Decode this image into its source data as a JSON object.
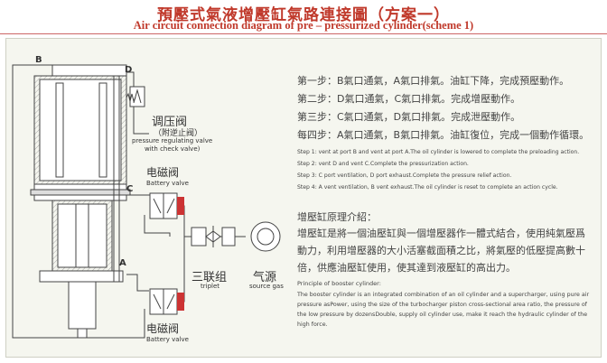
{
  "header": {
    "title_cn": "預壓式氣液增壓缸氣路連接圖（方案一）",
    "title_en": "Air circuit connection diagram of pre – pressurized cylinder(scheme 1)"
  },
  "ports": {
    "b": "B",
    "d": "D",
    "c": "C",
    "a": "A"
  },
  "labels": {
    "pressure_valve_cn": "调压阀",
    "pressure_valve_cn_sub": "（附逆止阀）",
    "pressure_valve_en": "pressure regulating valve",
    "pressure_valve_en_sub": "with check valve)",
    "solenoid_cn_top": "电磁阀",
    "solenoid_en_top": "Battery valve",
    "triplet_cn": "三联组",
    "triplet_en": "triplet",
    "gas_cn": "气源",
    "gas_en": "source gas",
    "solenoid_cn_bottom": "电磁阀",
    "solenoid_en_bottom": "Battery valve"
  },
  "steps_cn": [
    "第一步：B氣口通氣，A氣口排氣。油缸下降，完成預壓動作。",
    "第二步：D氣口通氣，C氣口排氣。完成增壓動作。",
    "第三步：C氣口通氣，D氣口排氣。完成泄壓動作。",
    "每四步：A氣口通氣，B氣口排氣。油缸復位，完成一個動作循環。"
  ],
  "steps_en": [
    "Step 1: vent at port B and vent at port A.The oil cylinder is lowered to complete the preloading action.",
    "Step 2: vent D and vent C.Complete the pressurization action.",
    "Step 3: C port ventilation, D port exhaust.Complete the pressure relief action.",
    "Step 4: A vent ventilation, B vent exhaust.The oil cylinder is reset to complete an action cycle."
  ],
  "principle": {
    "title_cn": "增壓缸原理介紹：",
    "text_cn": "增壓缸是將一個油壓缸與一個增壓器作一體式結合，使用純氣壓爲動力，利用增壓器的大小活塞截面積之比，將氣壓的低壓提高數十倍，供應油壓缸使用，使其達到液壓缸的高出力。",
    "title_en": "Principle of booster cylinder:",
    "text_en": "The booster cylinder is an integrated combination of an oil cylinder and a supercharger, using pure air pressure asPower, using the size of the turbocharger piston cross-sectional area ratio, the pressure of the low pressure by dozensDouble, supply oil cylinder use, make it reach the hydraulic cylinder of the high force."
  },
  "colors": {
    "title": "#c0392b",
    "frame_bg": "#f5f6ef",
    "line": "#444444",
    "solenoid": "#cc3333",
    "cylinder_hatch": "#999999"
  }
}
